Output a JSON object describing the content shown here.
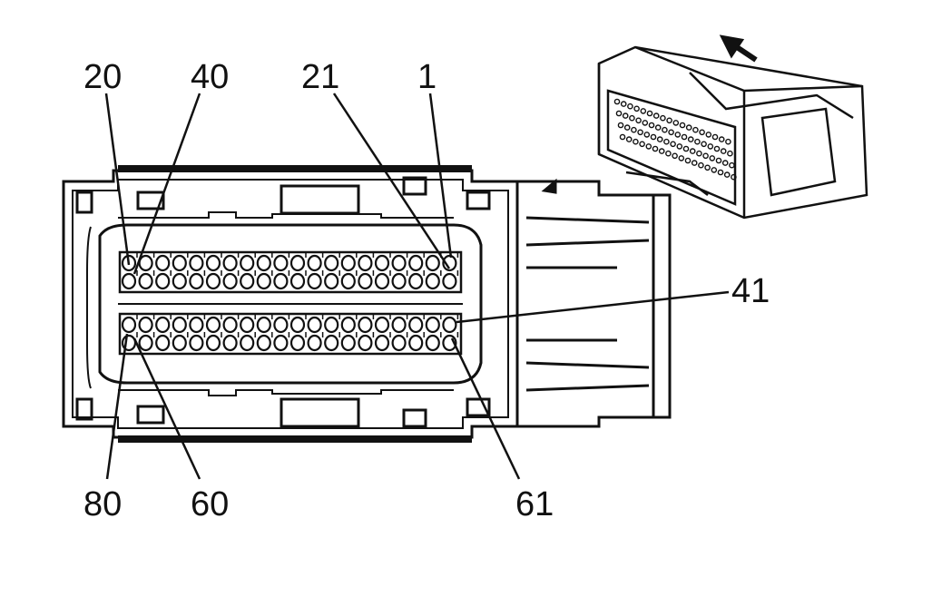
{
  "labels": {
    "pin_20": "20",
    "pin_40": "40",
    "pin_21": "21",
    "pin_1": "1",
    "pin_41": "41",
    "pin_80": "80",
    "pin_60": "60",
    "pin_61": "61"
  },
  "colors": {
    "line": "#111111",
    "background": "#ffffff"
  }
}
